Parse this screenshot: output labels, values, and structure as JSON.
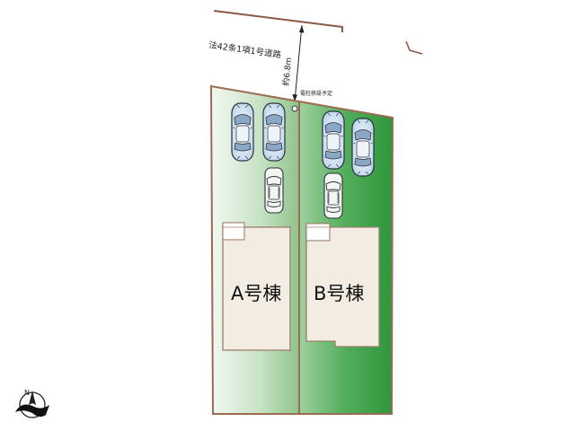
{
  "road": {
    "label": "法42条1項1号道路",
    "distance": "約6.8m"
  },
  "pole_note": "電柱移設予定",
  "buildings": [
    {
      "label": "A号棟"
    },
    {
      "label": "B号棟"
    }
  ],
  "compass": {
    "label": "N"
  },
  "colors": {
    "lot_fill_light": "#e8f3e6",
    "lot_fill_dark": "#2f9a3f",
    "lot_border": "#9b6b52",
    "building_fill": "#f3ece2",
    "car_body": "#dfe9f2",
    "car_outline": "#2a3140"
  }
}
